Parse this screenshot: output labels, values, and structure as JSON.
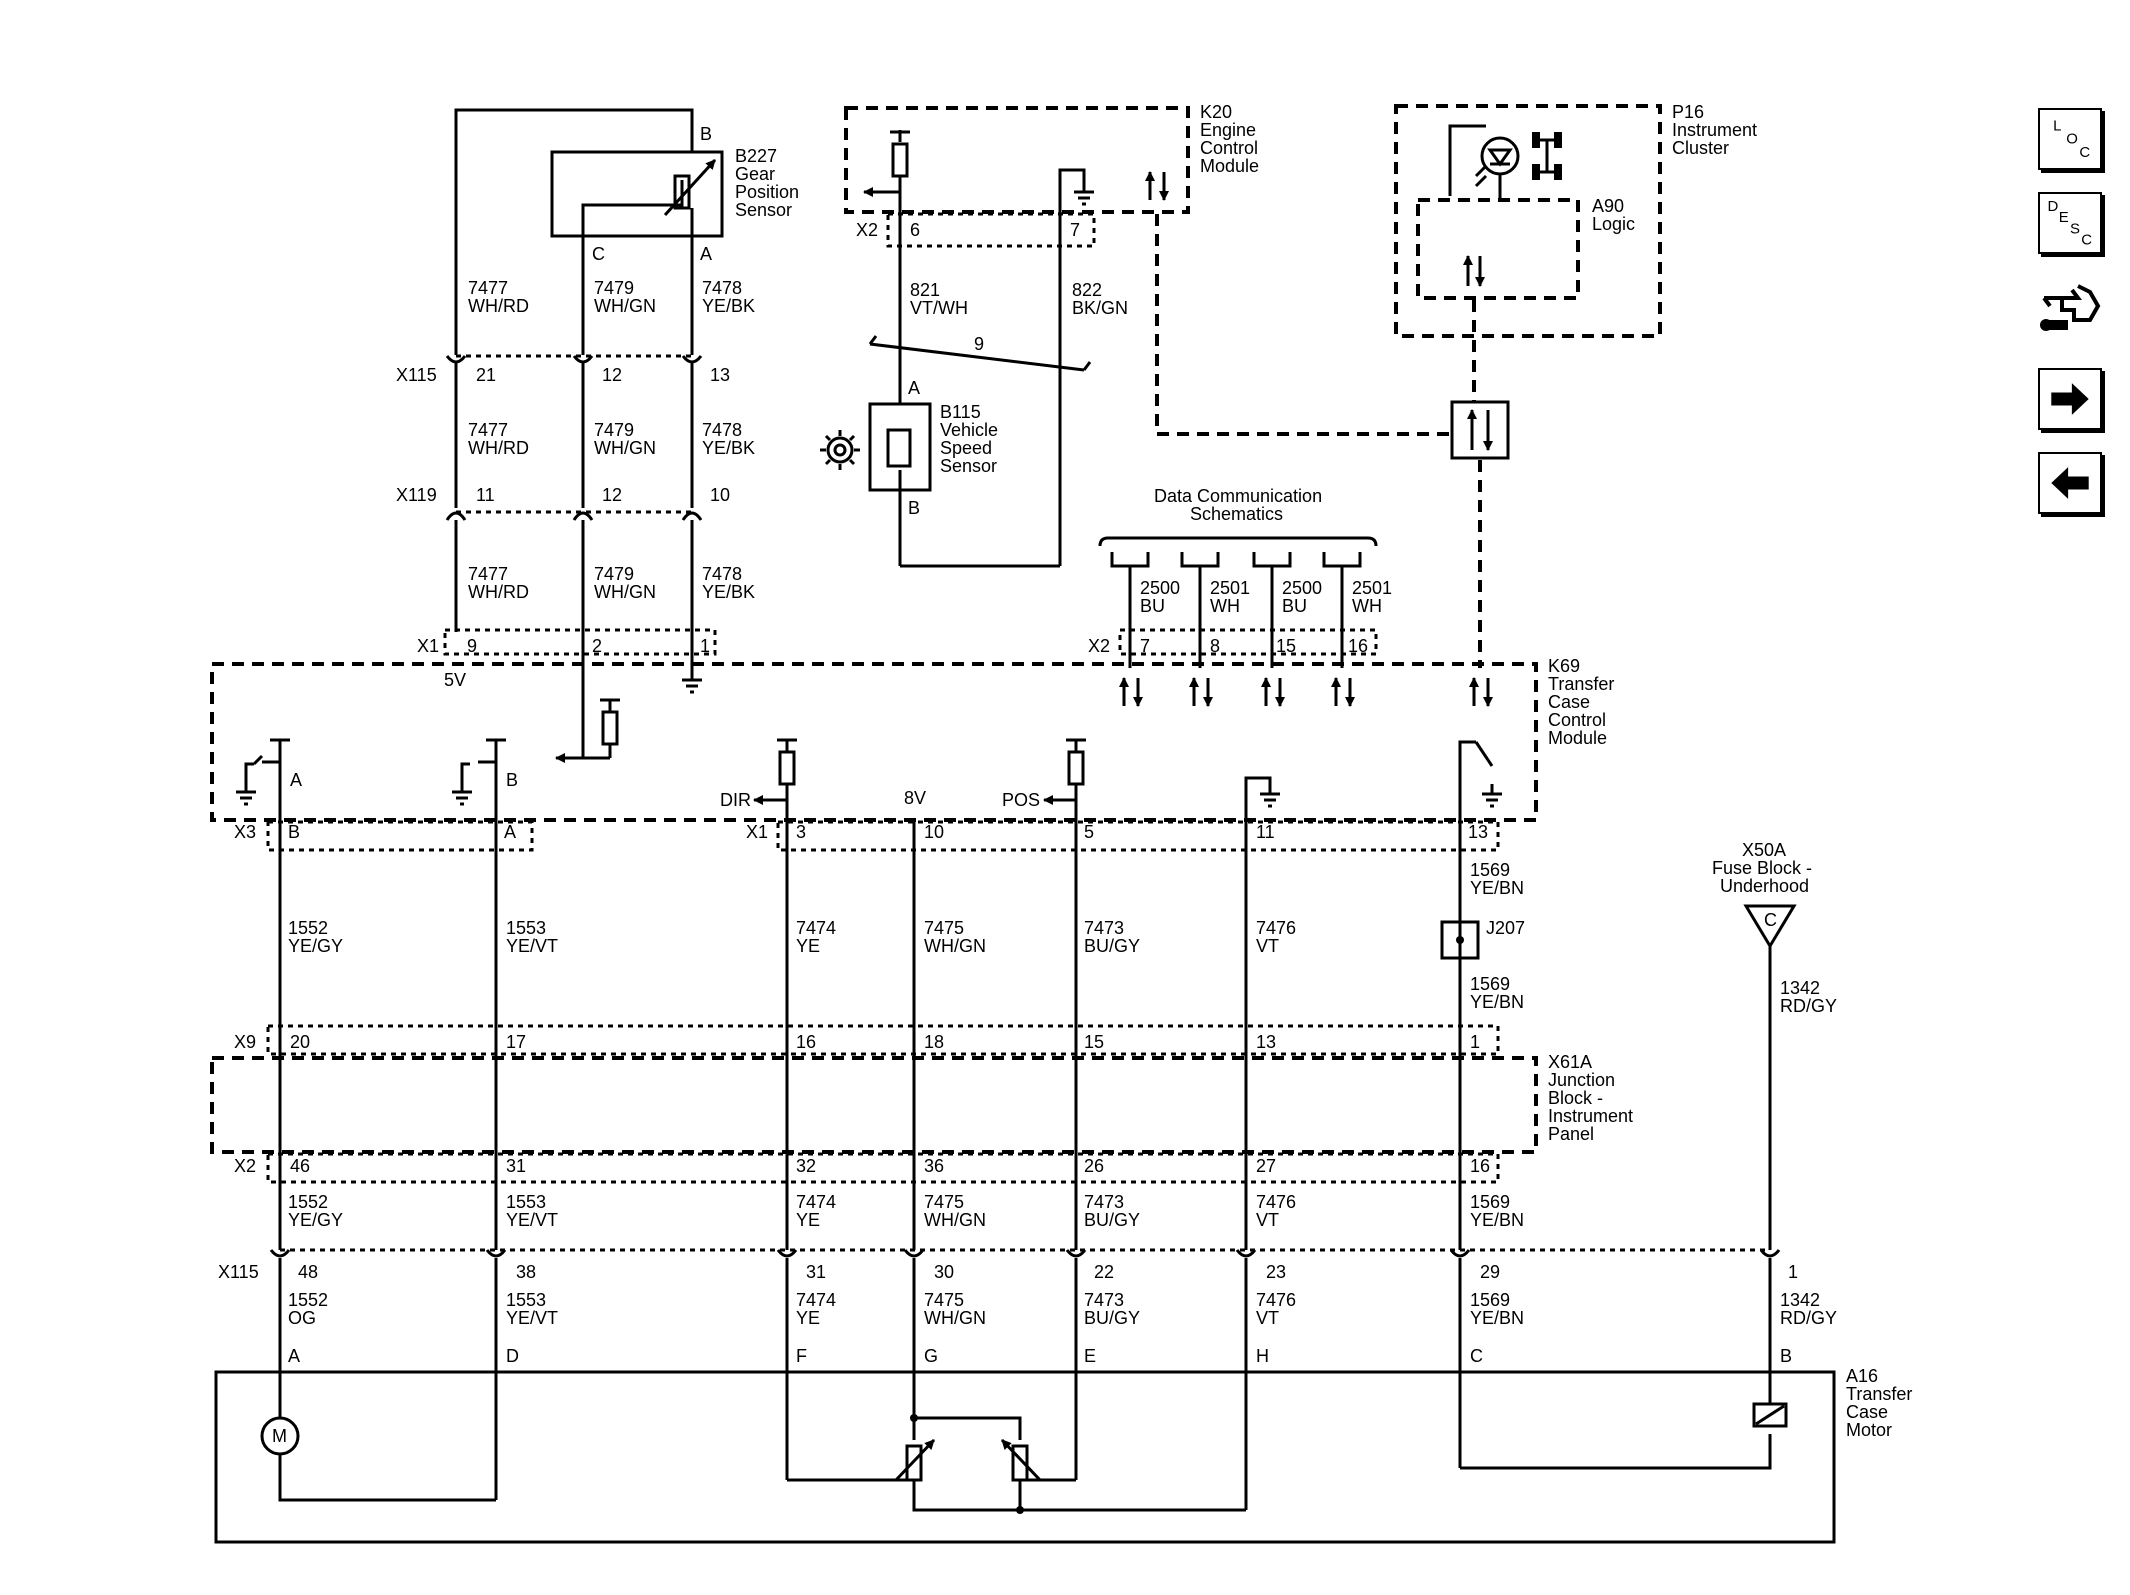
{
  "nav": {
    "loc": [
      "L",
      "O",
      "C"
    ],
    "desc": [
      "D",
      "E",
      "S",
      "C"
    ]
  },
  "b227": {
    "id": "B227",
    "name": [
      "Gear",
      "Position",
      "Sensor"
    ],
    "pin_b": "B",
    "pin_c": "C",
    "pin_a": "A"
  },
  "k20": {
    "id": "K20",
    "name": [
      "Engine",
      "Control",
      "Module"
    ],
    "conn": "X2",
    "pin6": "6",
    "pin7": "7"
  },
  "p16": {
    "id": "P16",
    "name": [
      "Instrument",
      "Cluster"
    ]
  },
  "a90": {
    "id": "A90",
    "name": "Logic"
  },
  "b115": {
    "id": "B115",
    "name": [
      "Vehicle",
      "Speed",
      "Sensor"
    ],
    "pin_a": "A",
    "pin_b": "B"
  },
  "wires_k20": {
    "w821": "821",
    "w821c": "VT/WH",
    "w822": "822",
    "w822c": "BK/GN",
    "twist": "9"
  },
  "gps_wires": [
    {
      "num": "7477",
      "color": "WH/RD"
    },
    {
      "num": "7479",
      "color": "WH/GN"
    },
    {
      "num": "7478",
      "color": "YE/BK"
    }
  ],
  "x115_top": {
    "id": "X115",
    "pins": [
      "21",
      "12",
      "13"
    ]
  },
  "x119": {
    "id": "X119",
    "pins": [
      "11",
      "12",
      "10"
    ]
  },
  "x1_top": {
    "id": "X1",
    "pins": [
      "9",
      "2",
      "1"
    ],
    "v5": "5V"
  },
  "datacomm": {
    "title": [
      "Data Communication",
      "Schematics"
    ],
    "wires": [
      {
        "num": "2500",
        "color": "BU"
      },
      {
        "num": "2501",
        "color": "WH"
      },
      {
        "num": "2500",
        "color": "BU"
      },
      {
        "num": "2501",
        "color": "WH"
      }
    ],
    "conn": "X2",
    "pins": [
      "7",
      "8",
      "15",
      "16"
    ]
  },
  "k69": {
    "id": "K69",
    "name": [
      "Transfer",
      "Case",
      "Control",
      "Module"
    ],
    "sw_a": "A",
    "sw_b": "B",
    "dir": "DIR",
    "v8": "8V",
    "pos": "POS"
  },
  "x3": {
    "id": "X3",
    "pins": [
      "B",
      "A"
    ]
  },
  "x1_bot": {
    "id": "X1",
    "pins": [
      "3",
      "10",
      "5",
      "11",
      "13"
    ]
  },
  "mid_wires": [
    {
      "num": "1552",
      "color": "YE/GY"
    },
    {
      "num": "1553",
      "color": "YE/VT"
    },
    {
      "num": "7474",
      "color": "YE"
    },
    {
      "num": "7475",
      "color": "WH/GN"
    },
    {
      "num": "7473",
      "color": "BU/GY"
    },
    {
      "num": "7476",
      "color": "VT"
    }
  ],
  "w1569": {
    "num": "1569",
    "color": "YE/BN"
  },
  "j207": "J207",
  "x50a": {
    "id": "X50A",
    "name": [
      "Fuse Block -",
      "Underhood"
    ],
    "pin": "C",
    "wire_num": "1342",
    "wire_color": "RD/GY"
  },
  "x9": {
    "id": "X9",
    "pins": [
      "20",
      "17",
      "16",
      "18",
      "15",
      "13",
      "1"
    ]
  },
  "x61a": {
    "id": "X61A",
    "name": [
      "Junction",
      "Block -",
      "Instrument",
      "Panel"
    ]
  },
  "x2_bot": {
    "id": "X2",
    "pins": [
      "46",
      "31",
      "32",
      "36",
      "26",
      "27",
      "16"
    ]
  },
  "x115_bot": {
    "id": "X115",
    "pins": [
      "48",
      "38",
      "31",
      "30",
      "22",
      "23",
      "29",
      "1"
    ]
  },
  "low_wires": [
    {
      "num": "1552",
      "color": "OG"
    },
    {
      "num": "1553",
      "color": "YE/VT"
    },
    {
      "num": "7474",
      "color": "YE"
    },
    {
      "num": "7475",
      "color": "WH/GN"
    },
    {
      "num": "7473",
      "color": "BU/GY"
    },
    {
      "num": "7476",
      "color": "VT"
    },
    {
      "num": "1569",
      "color": "YE/BN"
    },
    {
      "num": "1342",
      "color": "RD/GY"
    }
  ],
  "a16": {
    "id": "A16",
    "name": [
      "Transfer",
      "Case",
      "Motor"
    ],
    "pins": [
      "A",
      "D",
      "F",
      "G",
      "E",
      "H",
      "C",
      "B"
    ],
    "motor": "M"
  }
}
